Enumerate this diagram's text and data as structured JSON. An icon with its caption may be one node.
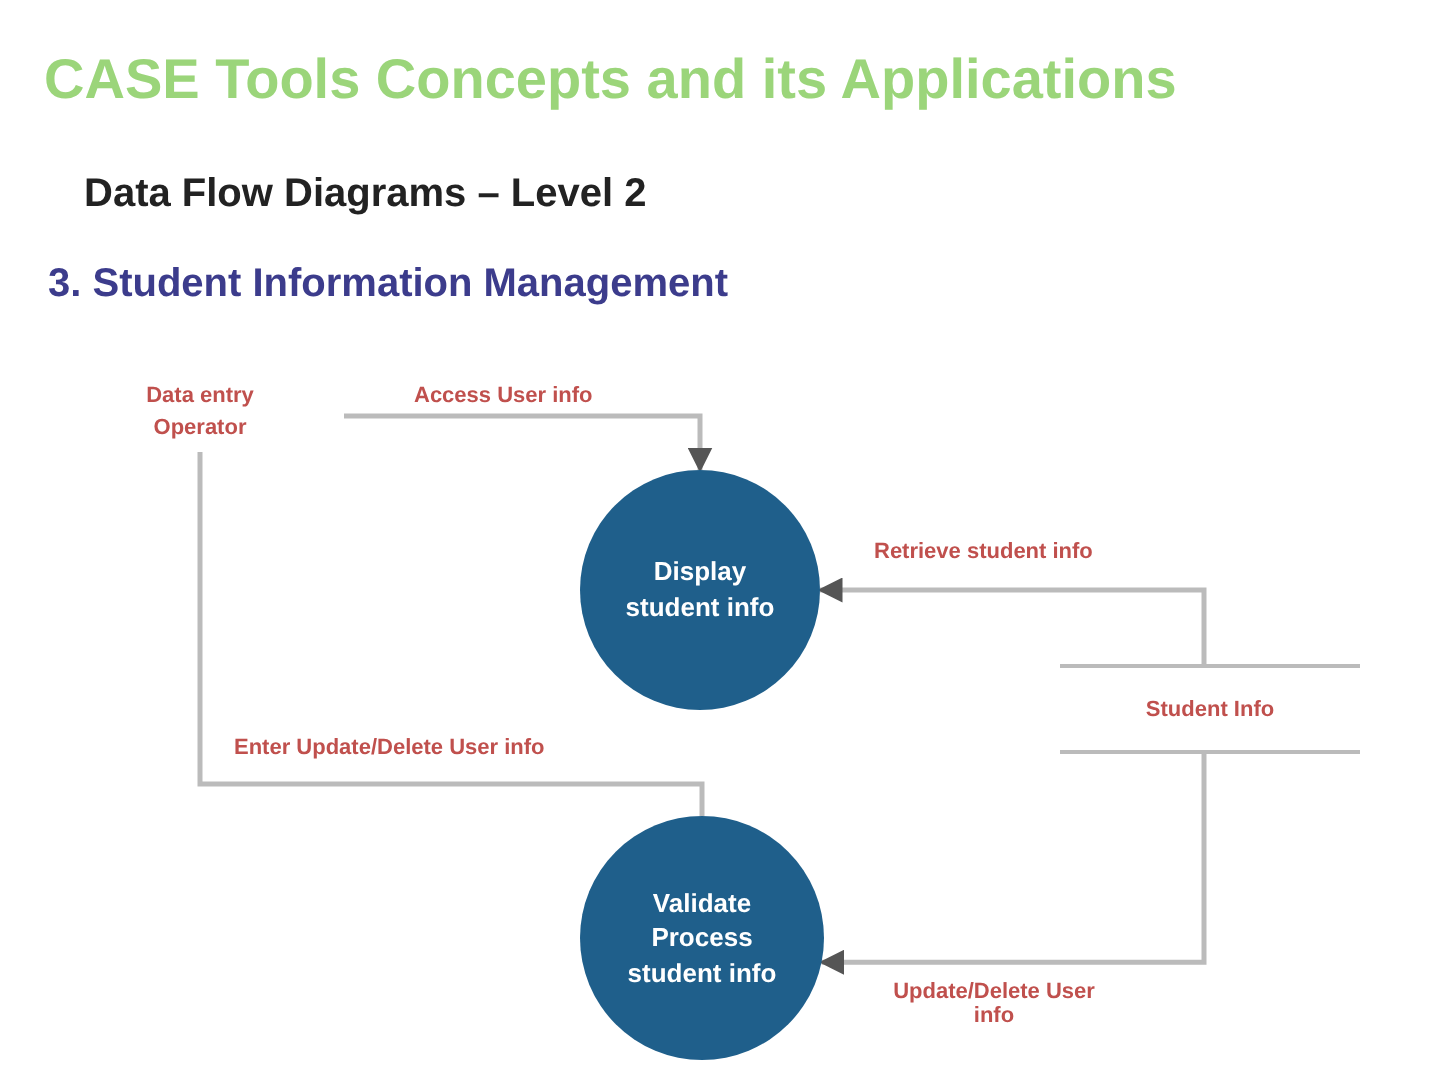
{
  "diagram": {
    "title": "CASE Tools Concepts and its Applications",
    "nodes": [
      {
        "text": [
          "Data entry Operator"
        ]
      },
      {
        "text": [
          "Display student info"
        ]
      },
      {
        "text": [
          "Student Info"
        ]
      },
      {
        "text": [
          "Validate Process student info"
        ]
      }
    ],
    "edges": [
      {
        "from": null,
        "to": 1,
        "arrow": "to",
        "label": "Access User info"
      },
      {
        "from": 2,
        "to": 1,
        "arrow": "to",
        "label": "Retrieve student info"
      },
      {
        "from": 0,
        "to": 3,
        "arrow": "none",
        "label": "Enter Update/Delete User info"
      },
      {
        "from": 2,
        "to": 3,
        "arrow": "to",
        "label": "Update/Delete User info"
      }
    ],
    "labels": [
      "Data Flow Diagrams – Level 2",
      "3. Student Information Management"
    ]
  }
}
